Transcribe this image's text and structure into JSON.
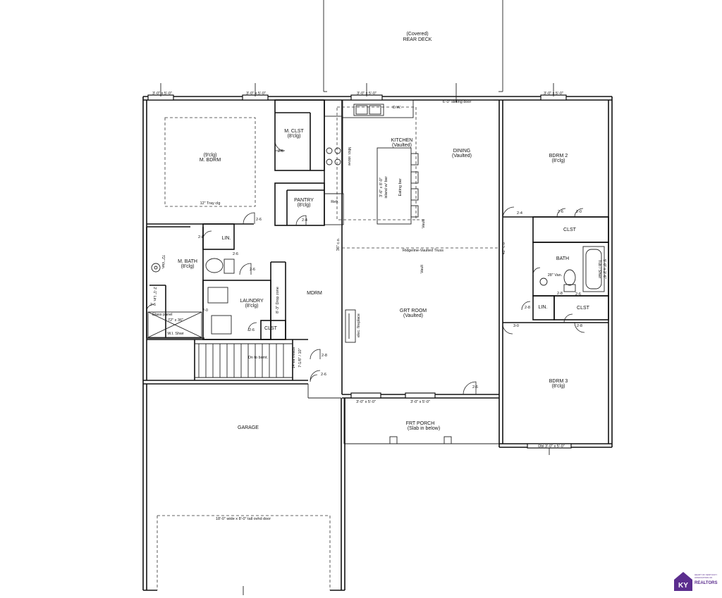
{
  "rooms": {
    "rear_deck": [
      "(Covered)",
      "REAR DECK"
    ],
    "kitchen": [
      "KITCHEN",
      "(Vaulted)"
    ],
    "dining": [
      "DINING",
      "(Vaulted)"
    ],
    "master_bedroom": [
      "(9'clg)",
      "M. BDRM"
    ],
    "master_closet": [
      "M. CLST",
      "(8'clg)"
    ],
    "pantry": [
      "PANTRY",
      "(8'clg)"
    ],
    "bedroom2": [
      "BDRM 2",
      "(8'clg)"
    ],
    "closet_bdrm2": "CLST",
    "bath": "BATH",
    "master_bath": [
      "M. BATH",
      "(8'clg)"
    ],
    "laundry": [
      "LAUNDRY",
      "(8'clg)"
    ],
    "mdrm": "MDRM",
    "great_room": [
      "GRT ROOM",
      "(Vaulted)"
    ],
    "linen_hall": "LIN.",
    "closet_hall": "CLST",
    "bedroom3": [
      "BDRM 3",
      "(8'clg)"
    ],
    "laundry_closet": "CLST",
    "master_linen": "LIN.",
    "front_porch": [
      "FRT PORCH",
      "(Slab in below)"
    ],
    "garage": "GARAGE"
  },
  "notes": {
    "dw": "D.W.",
    "sliding_door": "6'-0\" sliding door",
    "micr_stove": "Micr. stove",
    "refr": "Refr.",
    "island": [
      "3'-6\" x 8'-0\"",
      "island w/ bar",
      "Eating bar"
    ],
    "tray_ceiling": "12\" Tray clg",
    "vault1": "Vault",
    "vault2": "Vault",
    "ridgeline": "Ridgeline-Vaulted Truss",
    "co_36": "36\" c.o.",
    "co_42": "42\" c.o.",
    "master_vanity": "72\" Van.",
    "hall_vanity": "28\" Van.",
    "tub_shower": [
      "Tub / Shwr",
      "5'-0\" x 2'-6\""
    ],
    "drop_zone": "8'-3\" Drop zone",
    "linen_small": "2'-1\" Lin.",
    "glass_panel": "Glass panel",
    "shower_size": "72\" x 36\"",
    "walkin_shower": "W.I. Shwr",
    "dn_to_bsmt": "Dn to bsmt.",
    "treads": "14 ea treads",
    "riser": "7-1/8\" / 10\"",
    "fireplace": "elec. fireplace",
    "garage_door": "18'-0\" wide x 8'-0\" tall ovhd door"
  },
  "windows": {
    "w1": "3'-0\" x 5'-0\"",
    "w2": "3'-0\" x 5'-0\"",
    "w3": "3'-0\" x 5'-0\"",
    "w4": "3'-0\" x 5'-0\"",
    "w5": "3'-0\" x 5'-0\"",
    "w6": "3'-0\" x 5'-0\"",
    "w7": "Dbl 3'-0\" x 5'-0\""
  },
  "doors": [
    "2-6",
    "2-6",
    "2-4",
    "2-8",
    "2-6",
    "2-6",
    "2-8",
    "2-4",
    "2-6",
    "2-0",
    "2-8",
    "3-0",
    "2-6",
    "2-8",
    "2-6",
    "2-6",
    "2-0",
    "2-6",
    "2-6",
    "2-8"
  ],
  "logo": {
    "mark": "KY",
    "line1": "HEART OF KENTUCKY",
    "line2": "ASSOCIATION OF",
    "brand": "REALTORS",
    "color": "#5b2d8e"
  }
}
